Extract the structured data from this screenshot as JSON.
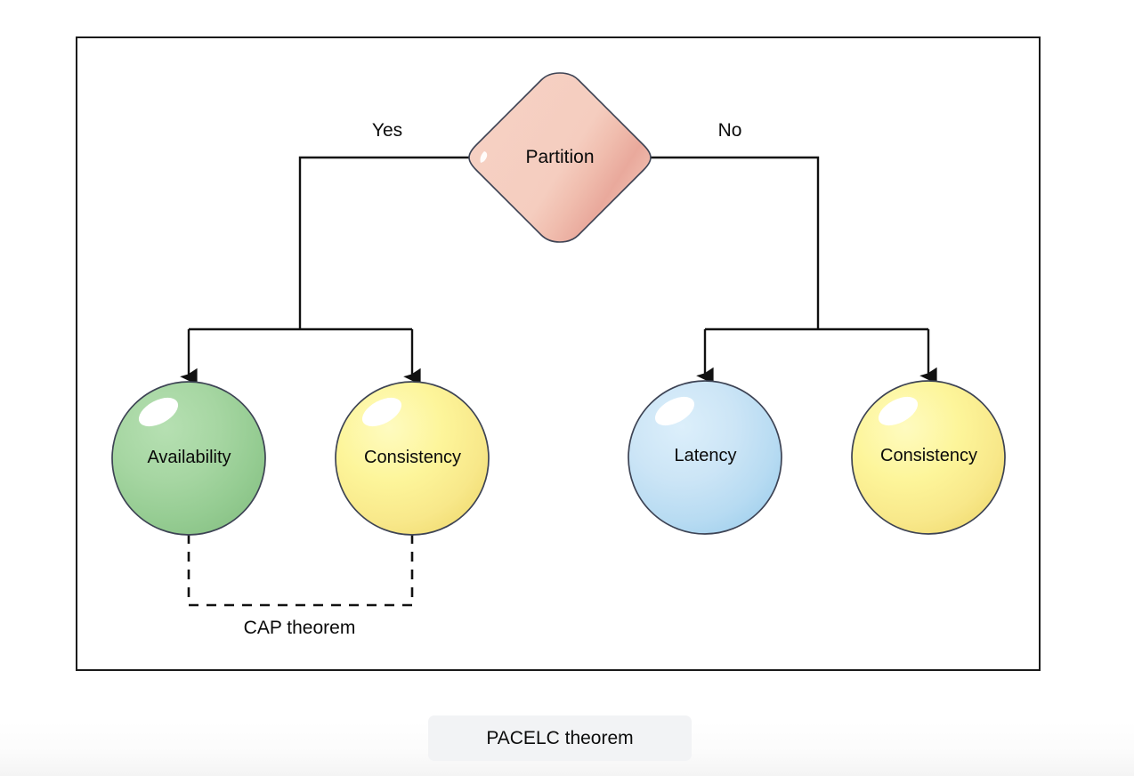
{
  "diagram": {
    "title_caption": "PACELC theorem",
    "decision": {
      "id": "partition",
      "label": "Partition",
      "shape": "diamond",
      "fill": "#f5cdbf",
      "stroke": "#3d4354"
    },
    "branches": [
      {
        "id": "yes-branch",
        "label": "Yes",
        "side": "left"
      },
      {
        "id": "no-branch",
        "label": "No",
        "side": "right"
      }
    ],
    "outcomes": [
      {
        "id": "availability",
        "label": "Availability",
        "branch": "Yes",
        "fill": "#a0d4a0",
        "shade": "#8cc98c",
        "stroke": "#3d4354"
      },
      {
        "id": "consistency-1",
        "label": "Consistency",
        "branch": "Yes",
        "fill": "#fdf59a",
        "shade": "#f6e37d",
        "stroke": "#3d4354"
      },
      {
        "id": "latency",
        "label": "Latency",
        "branch": "No",
        "fill": "#cce5f6",
        "shade": "#a8d4ef",
        "stroke": "#3d4354"
      },
      {
        "id": "consistency-2",
        "label": "Consistency",
        "branch": "No",
        "fill": "#fdf59a",
        "shade": "#f6e37d",
        "stroke": "#3d4354"
      }
    ],
    "grouping": {
      "id": "cap-group",
      "label": "CAP theorem",
      "members": [
        "availability",
        "consistency-1"
      ],
      "line_style": "dashed"
    },
    "colors": {
      "frame_border": "#1a1a1a",
      "connector": "#111111",
      "canvas": "#ffffff",
      "caption_background": "#f2f3f5",
      "text": "#0a0a0a"
    }
  }
}
